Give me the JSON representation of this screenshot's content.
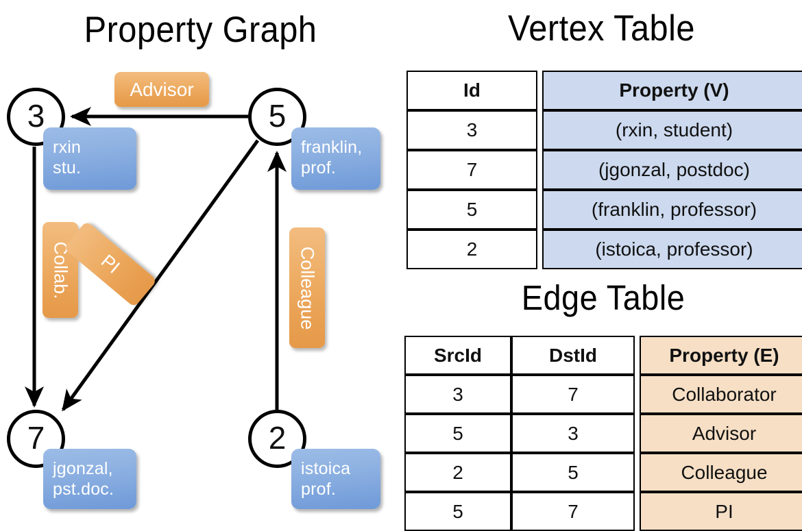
{
  "titles": {
    "property_graph": "Property Graph",
    "vertex_table": "Vertex Table",
    "edge_table": "Edge Table"
  },
  "graph": {
    "vertices": [
      {
        "id": "3",
        "property_line1": "rxin",
        "property_line2": "stu."
      },
      {
        "id": "5",
        "property_line1": "franklin,",
        "property_line2": "prof."
      },
      {
        "id": "7",
        "property_line1": "jgonzal,",
        "property_line2": "pst.doc."
      },
      {
        "id": "2",
        "property_line1": "istoica",
        "property_line2": "prof."
      }
    ],
    "edge_labels": [
      {
        "name": "advisor",
        "text": "Advisor"
      },
      {
        "name": "collab",
        "text": "Collab."
      },
      {
        "name": "pi",
        "text": "PI"
      },
      {
        "name": "colleague",
        "text": "Colleague"
      }
    ],
    "edges": [
      {
        "from": "5",
        "to": "3",
        "label": "Advisor"
      },
      {
        "from": "3",
        "to": "7",
        "label": "Collab."
      },
      {
        "from": "5",
        "to": "7",
        "label": "PI"
      },
      {
        "from": "2",
        "to": "5",
        "label": "Colleague"
      }
    ]
  },
  "vertex_table": {
    "headers": [
      "Id",
      "Property (V)"
    ],
    "rows": [
      {
        "id": "3",
        "property": "(rxin, student)"
      },
      {
        "id": "7",
        "property": "(jgonzal, postdoc)"
      },
      {
        "id": "5",
        "property": "(franklin, professor)"
      },
      {
        "id": "2",
        "property": "(istoica, professor)"
      }
    ]
  },
  "edge_table": {
    "headers": [
      "SrcId",
      "DstId",
      "Property (E)"
    ],
    "rows": [
      {
        "src": "3",
        "dst": "7",
        "property": "Collaborator"
      },
      {
        "src": "5",
        "dst": "3",
        "property": "Advisor"
      },
      {
        "src": "2",
        "dst": "5",
        "property": "Colleague"
      },
      {
        "src": "5",
        "dst": "7",
        "property": "PI"
      }
    ]
  },
  "colors": {
    "vertex_property_fill": "#8fb2e2",
    "edge_label_fill": "#eeae66",
    "vertex_table_header_fill": "#ccd9ee",
    "edge_table_header_fill": "#f6dfc5",
    "stroke": "#000000",
    "background": "#ffffff"
  }
}
